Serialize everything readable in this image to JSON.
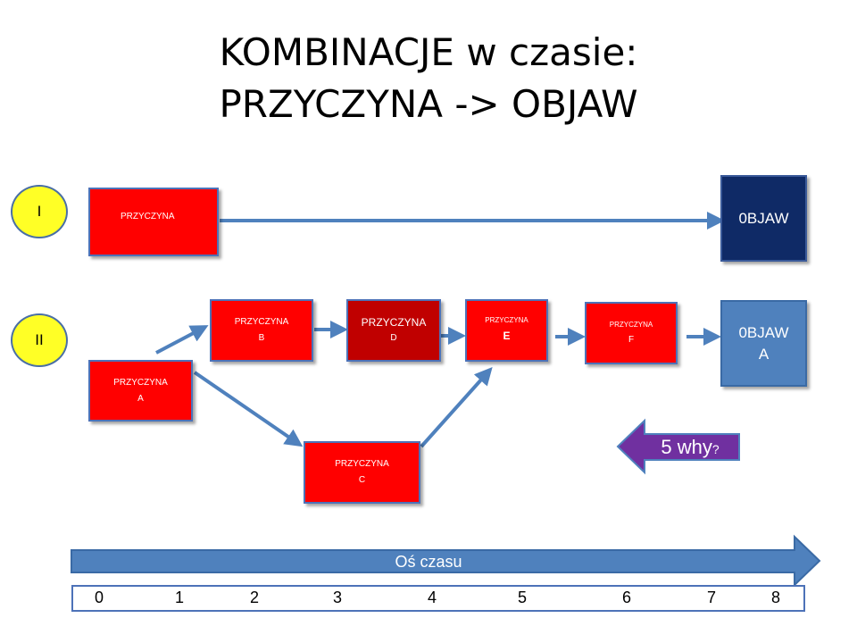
{
  "title": {
    "line1": "KOMBINACJE w czasie:",
    "line2": "PRZYCZYNA -> OBJAW"
  },
  "rows": {
    "row1_marker": "I",
    "row2_marker": "II"
  },
  "row1": {
    "cause": "PRZYCZYNA",
    "symptom": "0BJAW"
  },
  "row2": {
    "a": {
      "line1": "PRZYCZYNA",
      "line2": "A"
    },
    "b": {
      "line1": "PRZYCZYNA",
      "line2": "B"
    },
    "c": {
      "line1": "PRZYCZYNA",
      "line2": "C"
    },
    "d": {
      "line1": "PRZYCZYNA",
      "line2": "D"
    },
    "e": {
      "line1": "PRZYCZYNA",
      "line2": "E"
    },
    "f": {
      "line1": "PRZYCZYNA",
      "line2": "F"
    },
    "symptom": {
      "line1": "0BJAW",
      "line2": "A"
    }
  },
  "why": {
    "main": "5 why",
    "suffix": "?"
  },
  "axis": {
    "label": "Oś czasu",
    "ticks": [
      "0",
      "1",
      "2",
      "3",
      "4",
      "5",
      "6",
      "7",
      "8"
    ]
  },
  "colors": {
    "cause_red": "#ff0000",
    "cause_dark_red": "#c00000",
    "symptom_navy": "#0f2a66",
    "symptom_blue": "#4f81bd",
    "marker_yellow": "#ffff26",
    "arrow_blue": "#4f81bd",
    "why_purple": "#7030a0"
  }
}
